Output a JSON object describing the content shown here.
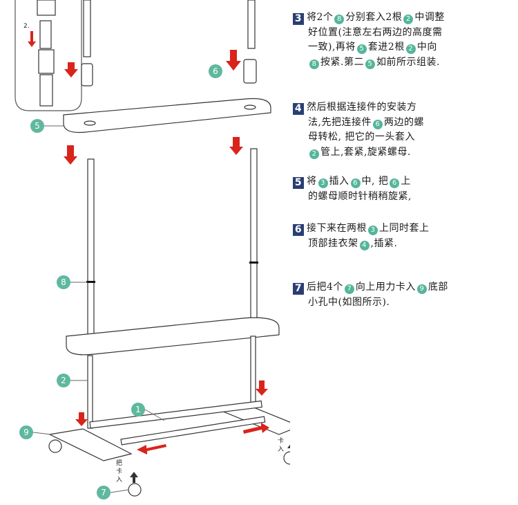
{
  "callouts": {
    "one": "1",
    "two": "2",
    "five": "5",
    "six": "6",
    "seven": "7",
    "eight": "8",
    "nine": "9"
  },
  "inset_notes": {
    "line_a": "2.",
    "caption_1": "把",
    "caption_2": "卡",
    "caption_3": "入"
  },
  "steps": [
    {
      "num": "3",
      "lines": [
        "将2个",
        "分别套入2根",
        "中调整",
        "好位置(注意左右两边的高度需",
        "一致),再将",
        "套进2根",
        "中向",
        "按紧.第二",
        "如前所示组装."
      ],
      "refs": [
        "8",
        "2",
        "5",
        "2",
        "8",
        "5"
      ]
    },
    {
      "num": "4",
      "lines": [
        "然后根据连接件的安装方",
        "法,先把连接件",
        "两边的螺",
        "母转松, 把它的一头套入",
        "管上,套紧,旋紧螺母."
      ],
      "refs": [
        "6",
        "2"
      ]
    },
    {
      "num": "5",
      "lines": [
        "将",
        "插入",
        "中, 把",
        "上",
        "的螺母顺时针稍稍旋紧,"
      ],
      "refs": [
        "3",
        "6",
        "6"
      ]
    },
    {
      "num": "6",
      "lines": [
        "接下来在两根",
        "上同时套上",
        "顶部挂衣架",
        ",插紧."
      ],
      "refs": [
        "3",
        "4"
      ]
    },
    {
      "num": "7",
      "lines": [
        "后把4个",
        "向上用力卡入",
        "底部",
        "小孔中(如图所示)."
      ],
      "refs": [
        "7",
        "9"
      ]
    }
  ]
}
